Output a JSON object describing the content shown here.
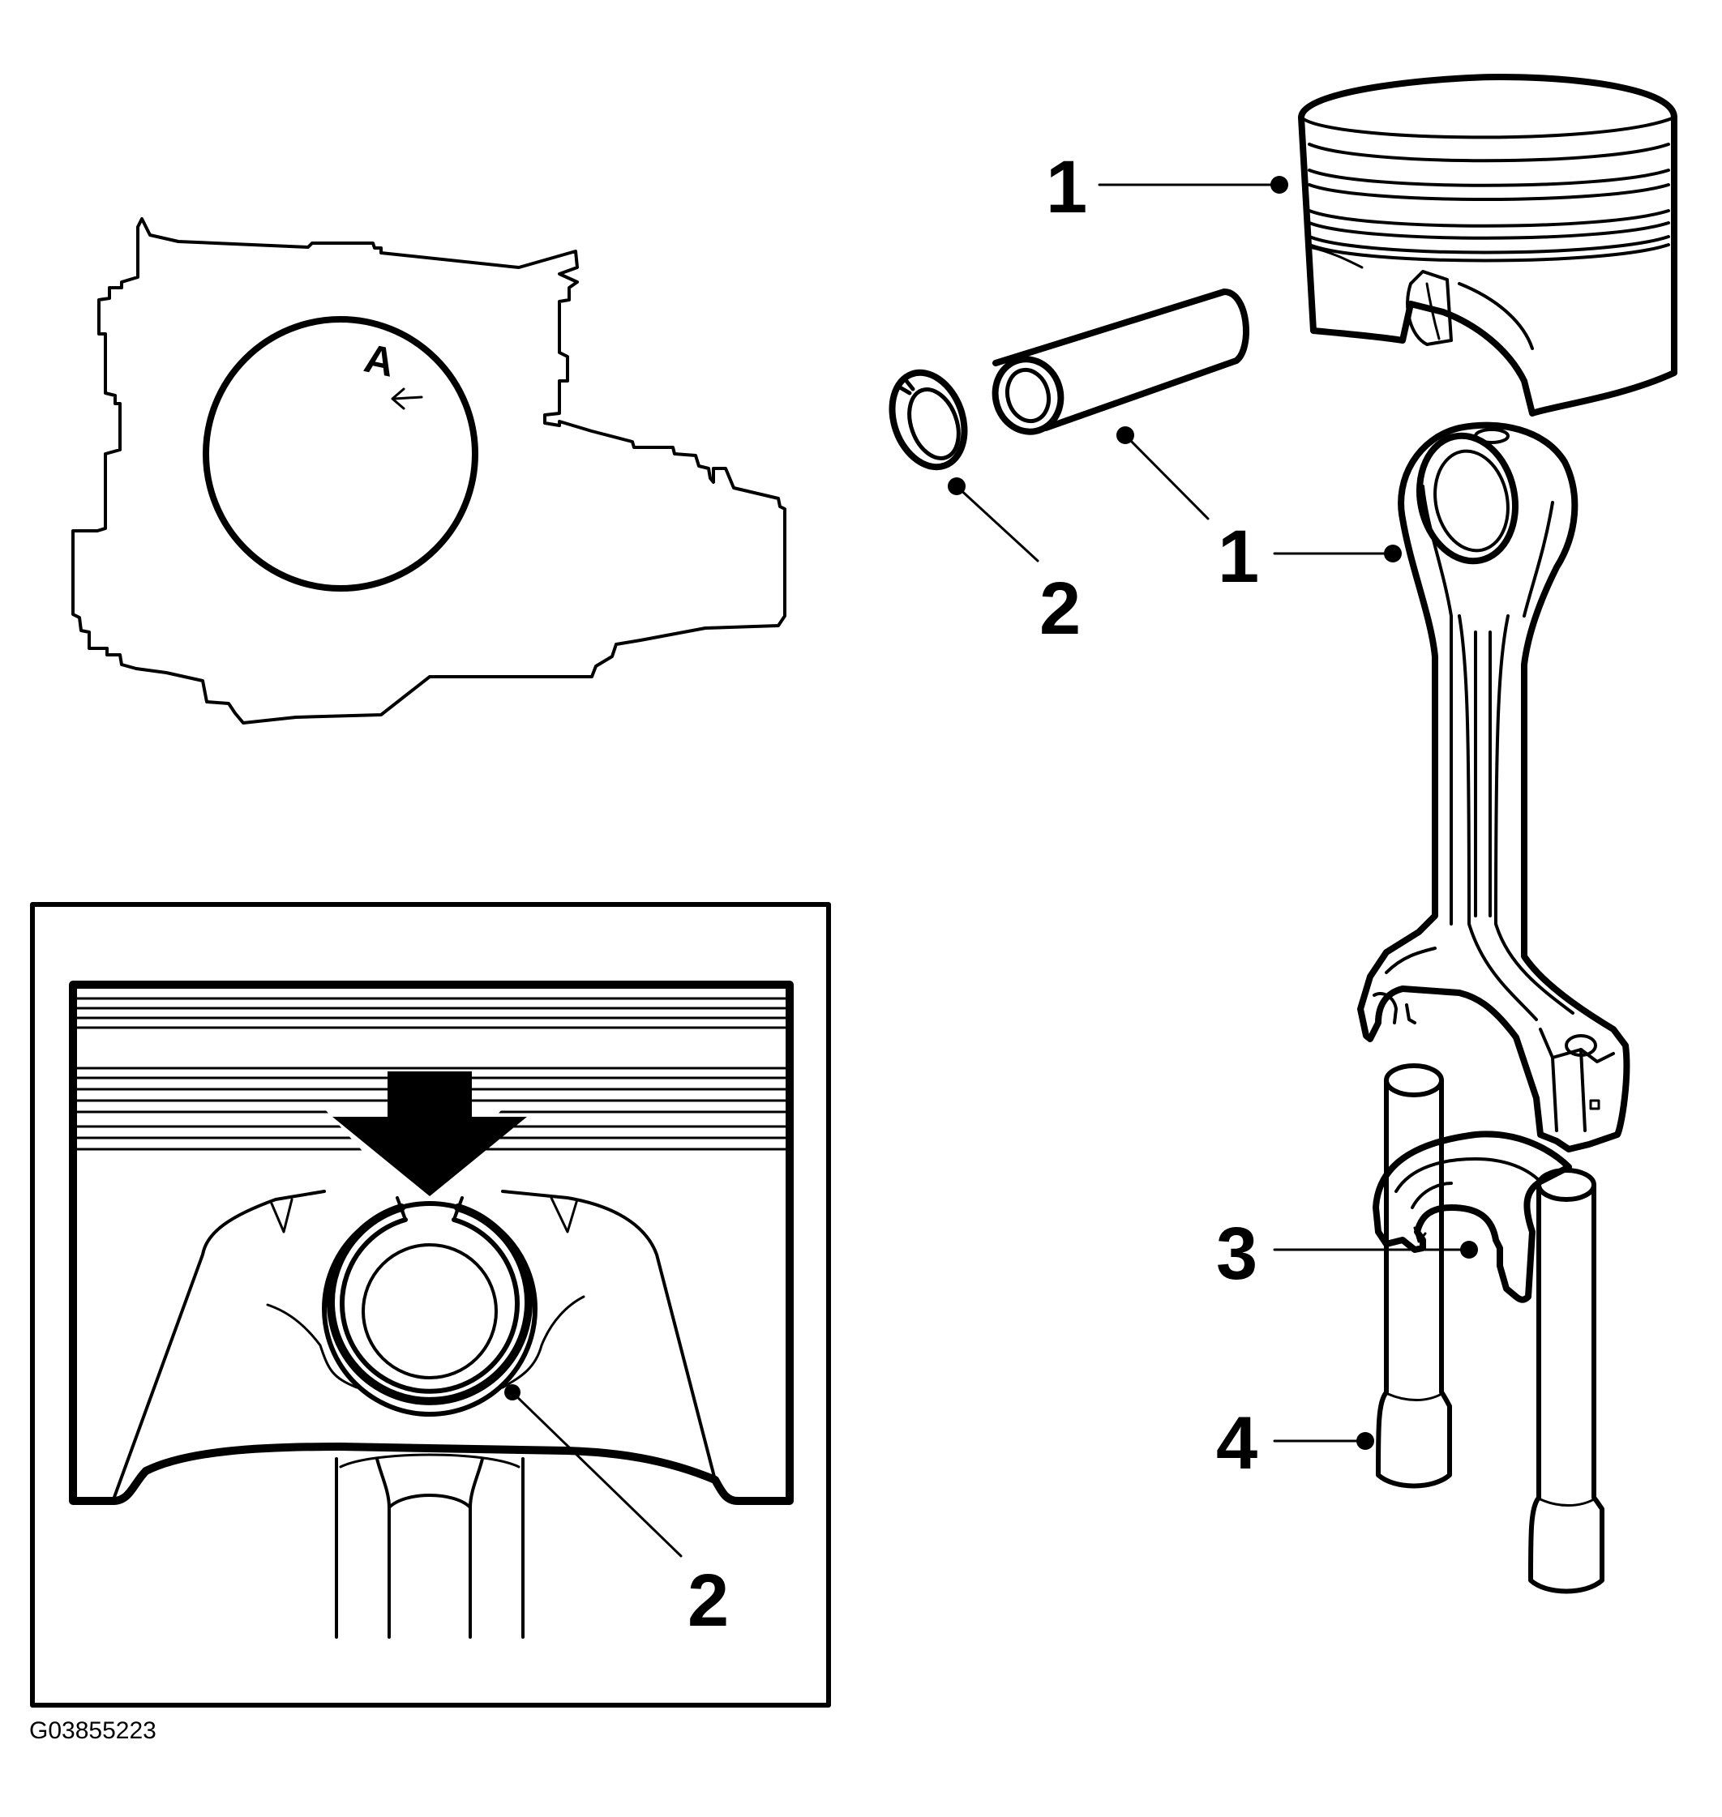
{
  "figure_id": "G03855223",
  "view_letter": "A",
  "callouts": {
    "piston": "1",
    "piston_pin": "1",
    "connecting_rod": "1",
    "pin_retainer_exploded": "2",
    "pin_retainer_detail": "2",
    "rod_bearing": "3",
    "bolt_guide": "4"
  },
  "colors": {
    "ink": "#000000",
    "paper": "#ffffff"
  }
}
